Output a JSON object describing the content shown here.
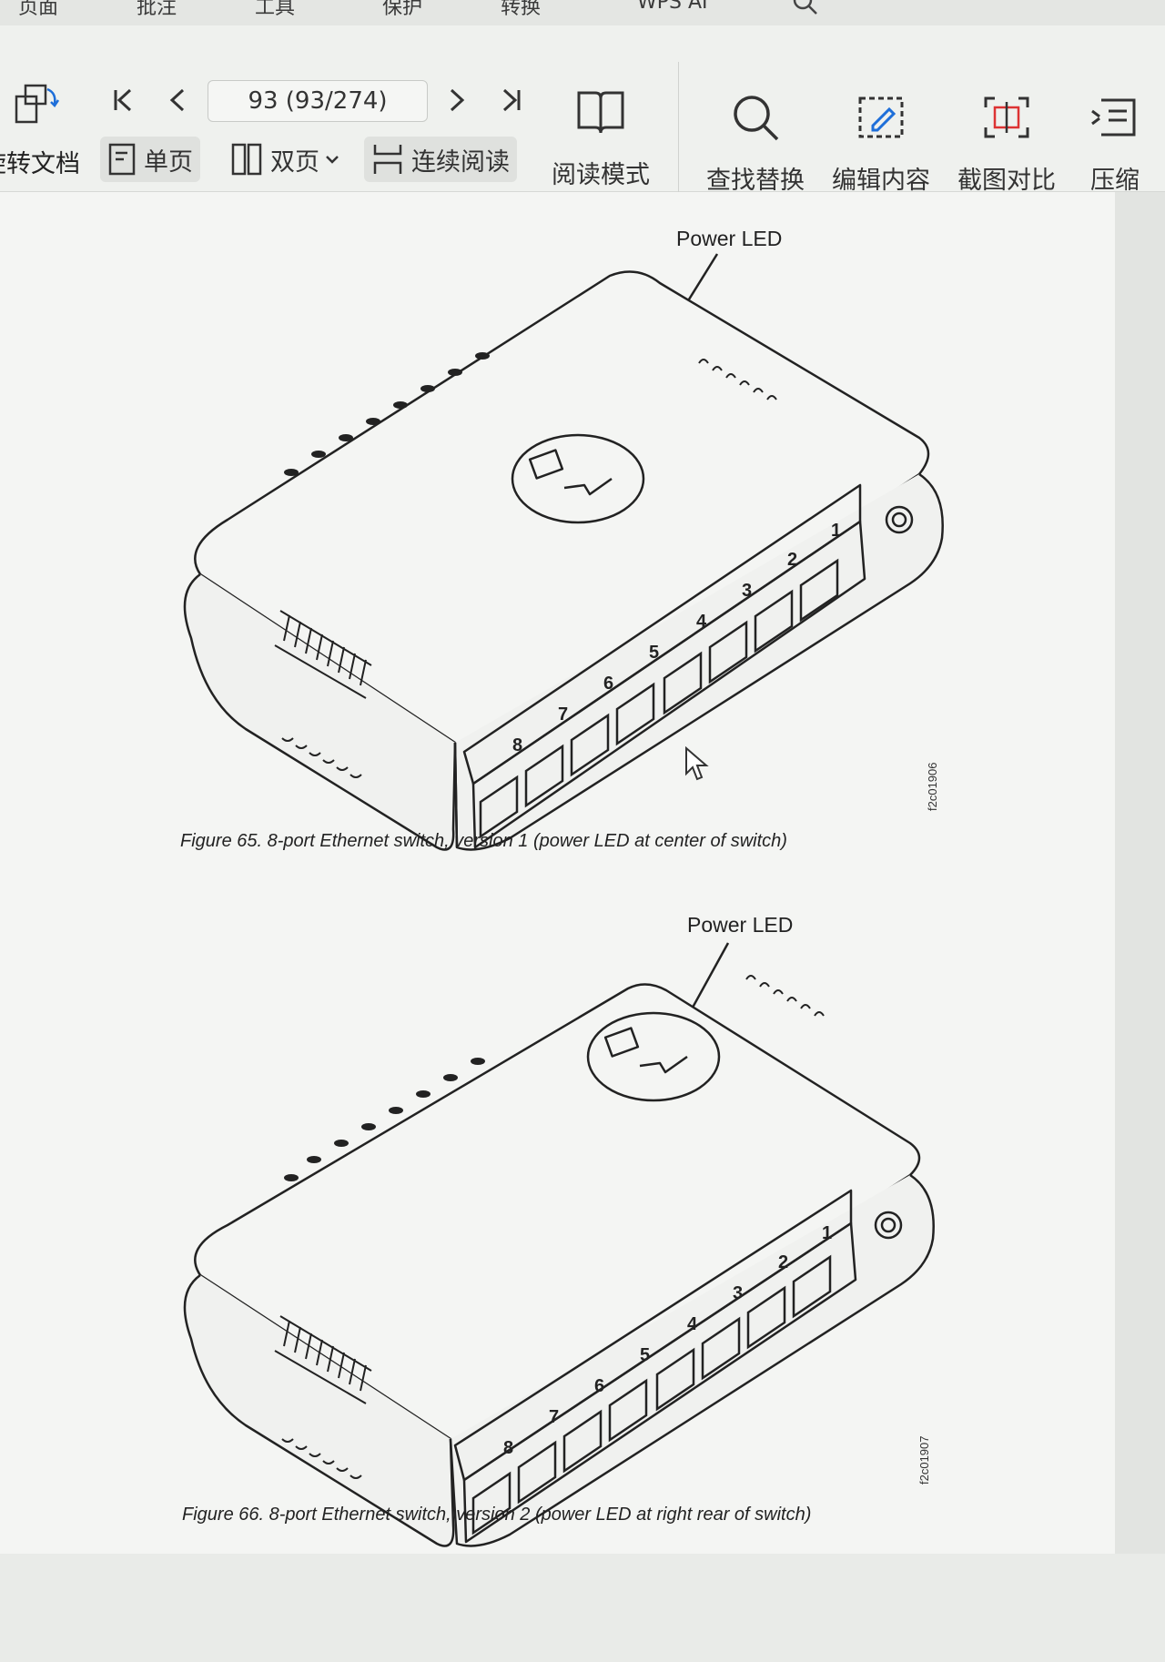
{
  "menu": {
    "items": [
      "页面",
      "批注",
      "工具",
      "保护",
      "转换",
      "WPS AI"
    ]
  },
  "toolbar": {
    "rotate_label": "旋转文档",
    "page_indicator": "93 (93/274)",
    "single_page": "单页",
    "double_page": "双页",
    "continuous": "连续阅读",
    "reading_mode": "阅读模式",
    "find_replace": "查找替换",
    "edit_content": "编辑内容",
    "screenshot_compare": "截图对比",
    "compress": "压缩"
  },
  "document": {
    "figure1": {
      "label": "Power LED",
      "caption": "Figure 65. 8-port Ethernet switch, version 1 (power LED at center of switch)",
      "id": "f2c01906",
      "ports": [
        "1",
        "2",
        "3",
        "4",
        "5",
        "6",
        "7",
        "8"
      ]
    },
    "figure2": {
      "label": "Power LED",
      "caption": "Figure 66. 8-port Ethernet switch, version 2 (power LED at right rear of switch)",
      "id": "f2c01907",
      "ports": [
        "1",
        "2",
        "3",
        "4",
        "5",
        "6",
        "7",
        "8"
      ]
    }
  }
}
